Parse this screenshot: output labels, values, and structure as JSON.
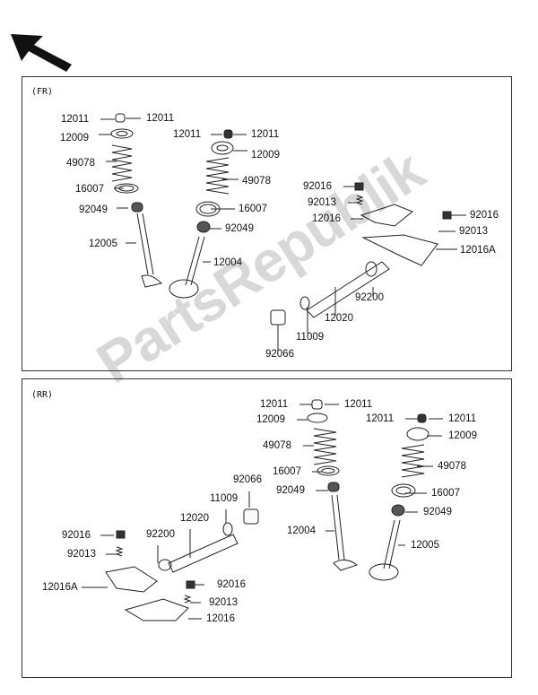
{
  "watermark": "PartsRepublik",
  "navigation": {
    "icon": "arrow-up-left-icon"
  },
  "fr": {
    "tag": "(FR)",
    "labels": [
      "12011",
      "12011",
      "12009",
      "49078",
      "16007",
      "92049",
      "12005",
      "12011",
      "12011",
      "12009",
      "49078",
      "16007",
      "92049",
      "12004",
      "92016",
      "92013",
      "12016",
      "92016",
      "92013",
      "12016A",
      "92200",
      "12020",
      "11009",
      "92066"
    ]
  },
  "rr": {
    "tag": "(RR)",
    "labels": [
      "12011",
      "12011",
      "12009",
      "12011",
      "12011",
      "12009",
      "49078",
      "49078",
      "16007",
      "16007",
      "92049",
      "92049",
      "12004",
      "12005",
      "92066",
      "11009",
      "12020",
      "92200",
      "92016",
      "92013",
      "12016A",
      "92016",
      "92013",
      "12016"
    ]
  }
}
